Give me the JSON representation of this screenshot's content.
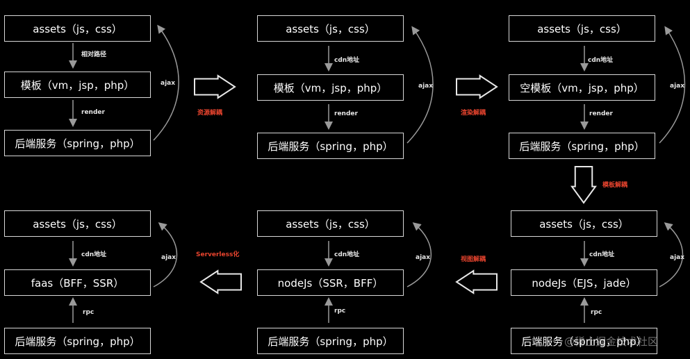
{
  "panels": [
    {
      "top": "assets（js，css）",
      "middle": "模板（vm，jsp，php）",
      "bottom": "后端服务（spring，php）",
      "arrow1_label": "相对路径",
      "arrow2_label": "render",
      "ajax_label": "ajax"
    },
    {
      "top": "assets（js，css）",
      "middle": "模板（vm，jsp，php）",
      "bottom": "后端服务（spring，php）",
      "arrow1_label": "cdn地址",
      "arrow2_label": "render",
      "ajax_label": "ajax"
    },
    {
      "top": "assets（js，css）",
      "middle": "空模板（vm，jsp，php）",
      "bottom": "后端服务（spring，php）",
      "arrow1_label": "cdn地址",
      "arrow2_label": "render",
      "ajax_label": "ajax"
    },
    {
      "top": "assets（js，css）",
      "middle": "nodeJs（EJS，jade）",
      "bottom": "后端服务（spring，php）",
      "arrow1_label": "cdn地址",
      "arrow2_label": "rpc",
      "ajax_label": "ajax"
    },
    {
      "top": "assets（js，css）",
      "middle": "nodeJs（SSR，BFF）",
      "bottom": "后端服务（spring，php）",
      "arrow1_label": "cdn地址",
      "arrow2_label": "rpc",
      "ajax_label": "ajax"
    },
    {
      "top": "assets（js，css）",
      "middle": "faas（BFF，SSR）",
      "bottom": "后端服务（spring，php）",
      "arrow1_label": "cdn地址",
      "arrow2_label": "rpc",
      "ajax_label": "ajax"
    }
  ],
  "transitions": {
    "t1": "资源解耦",
    "t2": "渲染解耦",
    "t3": "模板解耦",
    "t4": "视图解耦",
    "t5": "Serverless化"
  },
  "watermark": "@稀土掘金技术社区",
  "colors": {
    "background": "#000000",
    "box_border": "#d9d9d9",
    "arrow": "#9a9a9a",
    "transition_label": "#e8442e"
  }
}
